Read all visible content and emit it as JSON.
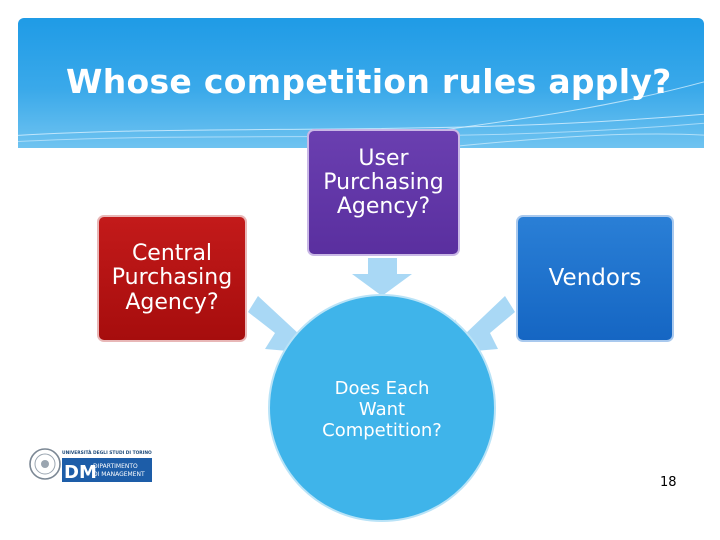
{
  "slide": {
    "title": "Whose competition rules apply?",
    "page_number": "18"
  },
  "diagram": {
    "central_agency": [
      "Central",
      "Purchasing",
      "Agency?"
    ],
    "user_agency": [
      "User",
      "Purchasing",
      "Agency?"
    ],
    "vendors": "Vendors",
    "center": [
      "Does Each",
      "Want",
      "Competition?"
    ]
  },
  "logo": {
    "university": "UNIVERSITÀ DEGLI STUDI DI TORINO",
    "monogram": "DM",
    "department_line1": "DIPARTIMENTO",
    "department_line2": "DI MANAGEMENT"
  },
  "colors": {
    "header_blue": "#1f9be6",
    "central_red": "#b01212",
    "user_purple": "#6237a8",
    "vendors_blue": "#1c72cc",
    "circle_blue": "#3fb4ea",
    "arrow_blue": "#a9d8f5"
  }
}
